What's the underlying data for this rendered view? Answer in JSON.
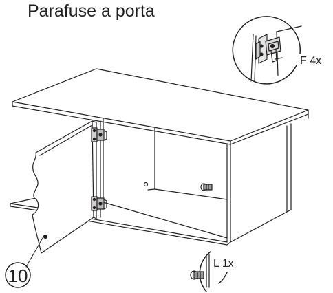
{
  "title": "Parafuse a porta",
  "callouts": {
    "hinge_screw": "F 4x",
    "dowel": "L 1x"
  },
  "step_number": "10",
  "colors": {
    "line": "#231f20",
    "background": "#ffffff",
    "gray": "#8a8a8a"
  },
  "icons": {
    "hinge_detail": "hinge-detail-icon",
    "dowel_detail": "dowel-detail-icon"
  }
}
